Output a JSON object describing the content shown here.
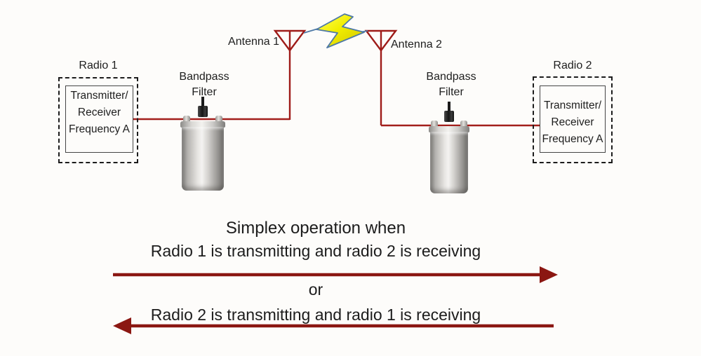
{
  "radios": [
    {
      "label": "Radio 1",
      "lines": [
        "Transmitter/",
        "Receiver",
        "Frequency A"
      ]
    },
    {
      "label": "Radio 2",
      "lines": [
        "Transmitter/",
        "Receiver",
        "Frequency A"
      ]
    }
  ],
  "filters": [
    {
      "lines": [
        "Bandpass",
        "Filter"
      ]
    },
    {
      "lines": [
        "Bandpass",
        "Filter"
      ]
    }
  ],
  "antennas": [
    {
      "label": "Antenna 1"
    },
    {
      "label": "Antenna 2"
    }
  ],
  "caption": {
    "line1": "Simplex operation when",
    "line2": "Radio 1 is transmitting and radio 2 is receiving",
    "conjunction": "or",
    "line3": "Radio 2 is transmitting and radio 1 is receiving"
  },
  "icons": {
    "lightning": "lightning-bolt",
    "antenna": "antenna-symbol"
  },
  "colors": {
    "wire_red": "#a31f1c",
    "antenna_red": "#9e1b18",
    "arrow_red": "#8b1712",
    "bolt_yellow": "#f2ee00",
    "bolt_outline": "#4e79a6",
    "text": "#1e1e1e",
    "background": "#fdfcfa"
  }
}
